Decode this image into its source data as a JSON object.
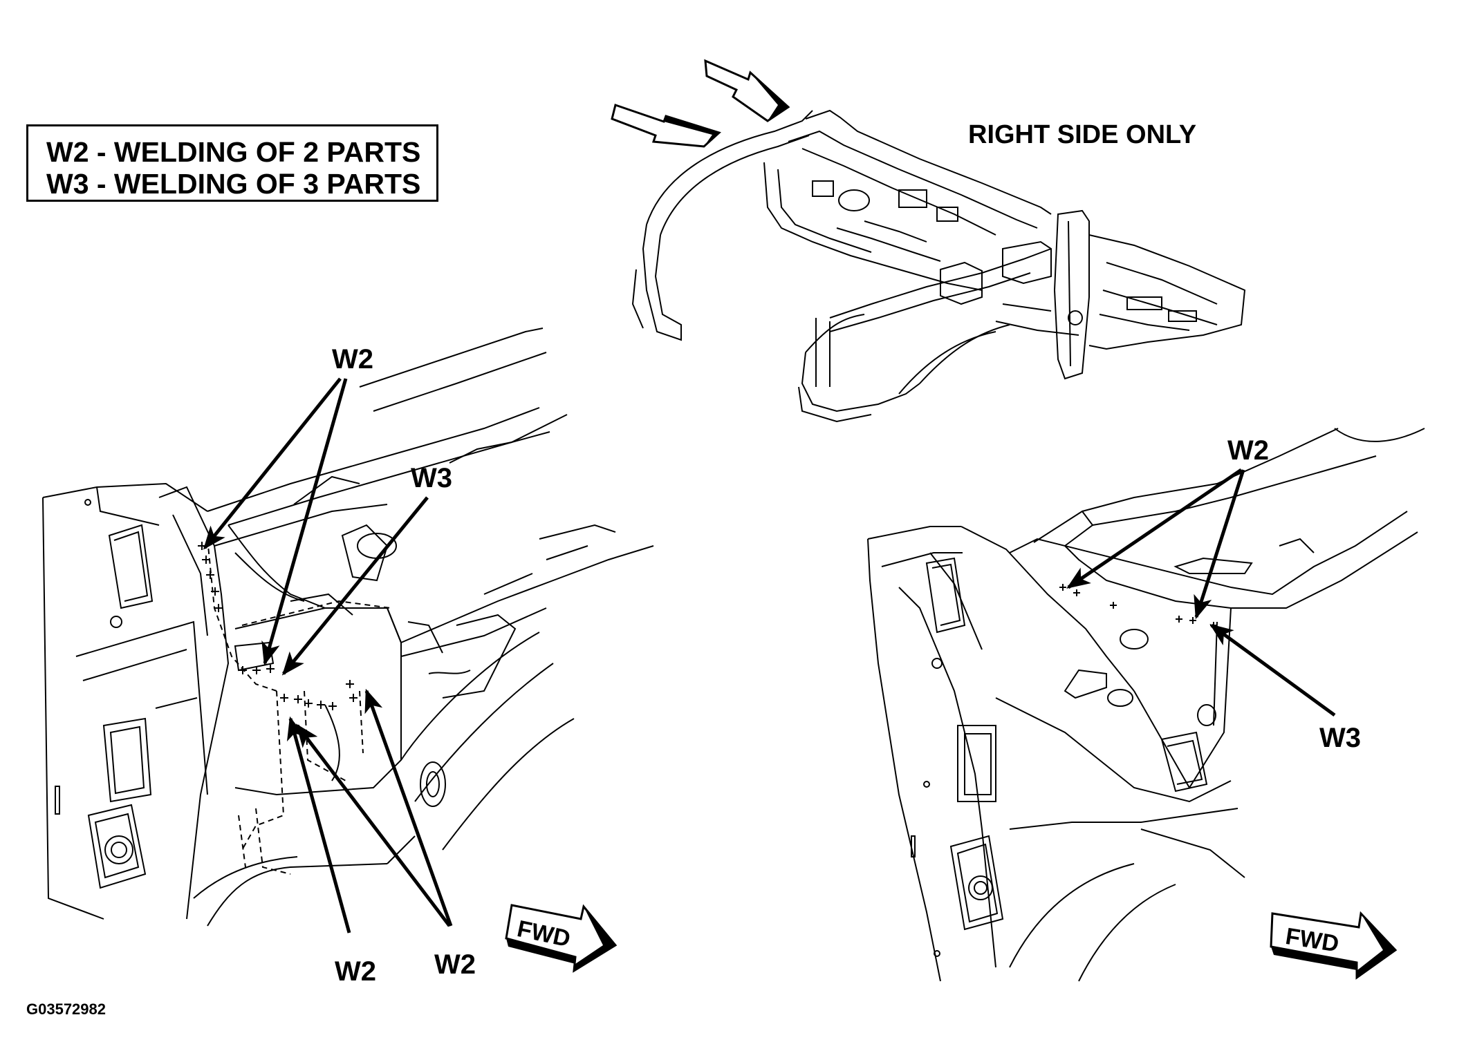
{
  "legend": {
    "w2": "W2 - WELDING OF 2 PARTS",
    "w3": "W3 - WELDING OF 3 PARTS"
  },
  "overview": {
    "caption": "RIGHT SIDE ONLY"
  },
  "left_view": {
    "callout_w2_top": "W2",
    "callout_w3": "W3",
    "callout_w2_bottom_left": "W2",
    "callout_w2_bottom_right": "W2",
    "fwd_label": "FWD"
  },
  "right_view": {
    "callout_w2": "W2",
    "callout_w3": "W3",
    "fwd_label": "FWD"
  },
  "figure_code": "G03572982"
}
